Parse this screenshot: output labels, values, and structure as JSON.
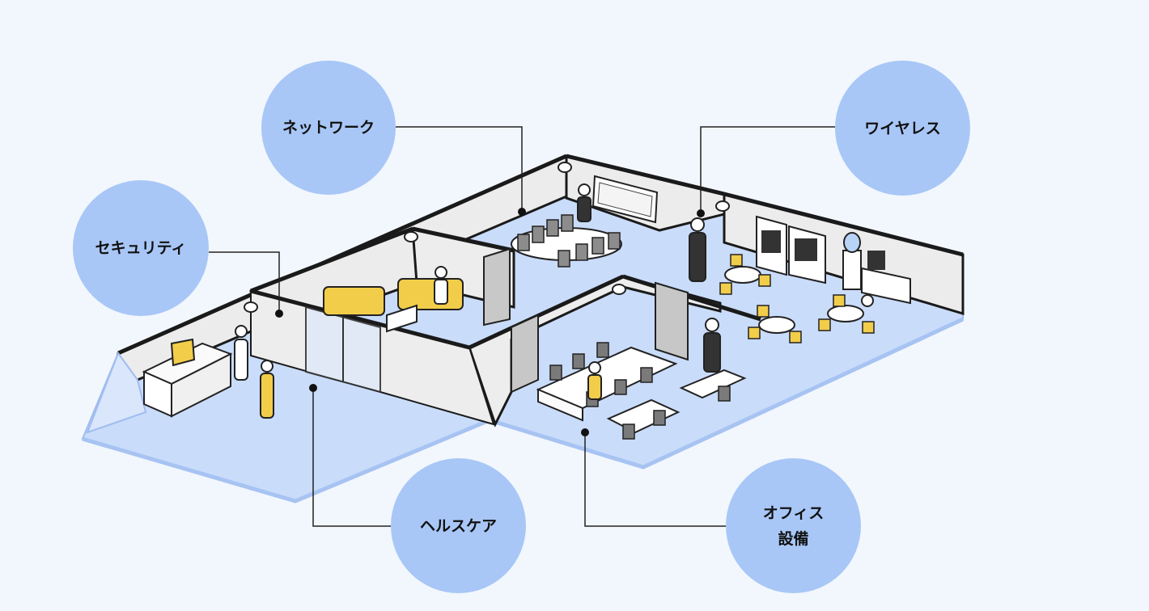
{
  "callouts": {
    "network": "ネットワーク",
    "security": "セキュリティ",
    "wireless": "ワイヤレス",
    "healthcare": "ヘルスケア",
    "office": "オフィス\n設備"
  },
  "colors": {
    "background": "#f2f7fd",
    "bubble": "#a8c7f7",
    "floor": "#c9dcfa",
    "wall": "#ededed",
    "wall_edge": "#1a1a1a",
    "furniture_accent": "#f2cd4a",
    "chair": "#6a6a6a"
  }
}
